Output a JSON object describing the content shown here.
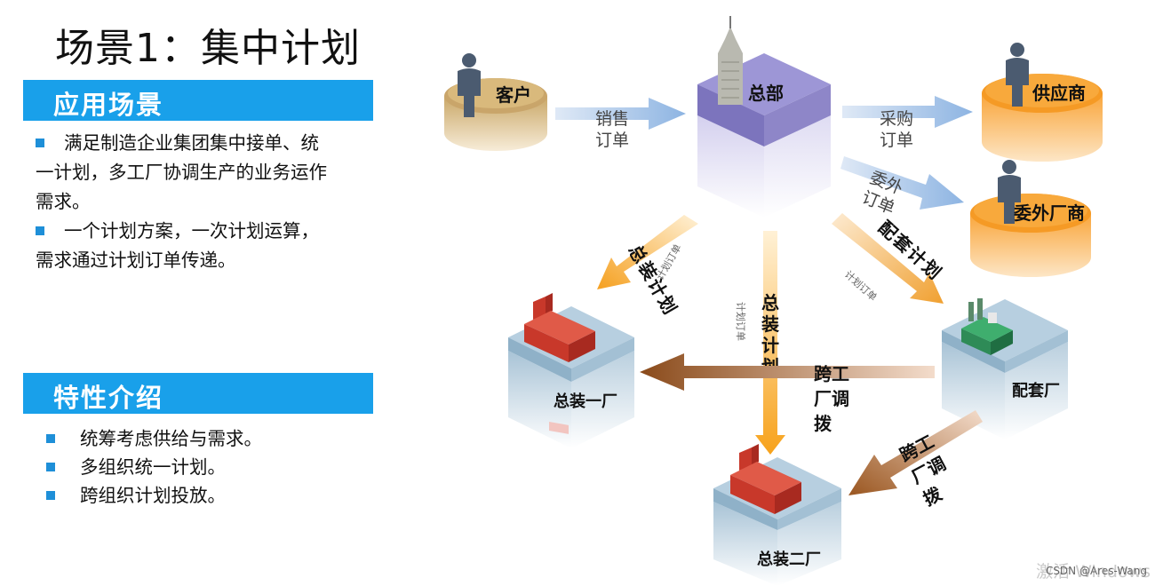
{
  "title": "场景1：集中计划",
  "section1": {
    "heading": "应用场景",
    "items": [
      "满足制造企业集团集中接单、统一计划，多工厂协调生产的业务运作需求。",
      "一个计划方案，一次计划运算，需求通过计划订单传递。"
    ],
    "item1_lines": [
      "满足制造企业集团集中接单、统",
      "一计划，多工厂协调生产的业务运作",
      "需求。"
    ],
    "item2_lines": [
      "一个计划方案，一次计划运算，",
      "需求通过计划订单传递。"
    ]
  },
  "section2": {
    "heading": "特性介绍",
    "items": [
      "统筹考虑供给与需求。",
      "多组织统一计划。",
      "跨组织计划投放。"
    ]
  },
  "nodes": {
    "customer": "客户",
    "hq": "总部",
    "supplier": "供应商",
    "outsourcer": "委外厂商",
    "plant1": "总装一厂",
    "plant2": "总装二厂",
    "support": "配套厂"
  },
  "arrows": {
    "sales_order": [
      "销售",
      "订单"
    ],
    "purchase_order": [
      "采购",
      "订单"
    ],
    "outsource_order": [
      "委外",
      "订单"
    ],
    "assembly_plan_left": [
      "总",
      "装",
      "计",
      "划"
    ],
    "assembly_plan_mid": [
      "总",
      "装",
      "计",
      "划"
    ],
    "matching_plan": [
      "配",
      "套",
      "计",
      "划"
    ],
    "plan_order_small": "计划订单",
    "transfer_1": [
      "跨工",
      "厂调",
      "拨"
    ],
    "transfer_2": [
      "跨工",
      "厂调",
      "拨"
    ]
  },
  "footer": {
    "watermark": "激活 Windows",
    "credit": "CSDN @Ares-Wang"
  },
  "colors": {
    "banner": "#19a0ea",
    "bullet": "#1e8fd8",
    "orange_platform": "#f7941d",
    "tan_platform": "#c8a86b",
    "purple_cube": "#8e86c8",
    "factory_block": "#8fb1c8"
  }
}
